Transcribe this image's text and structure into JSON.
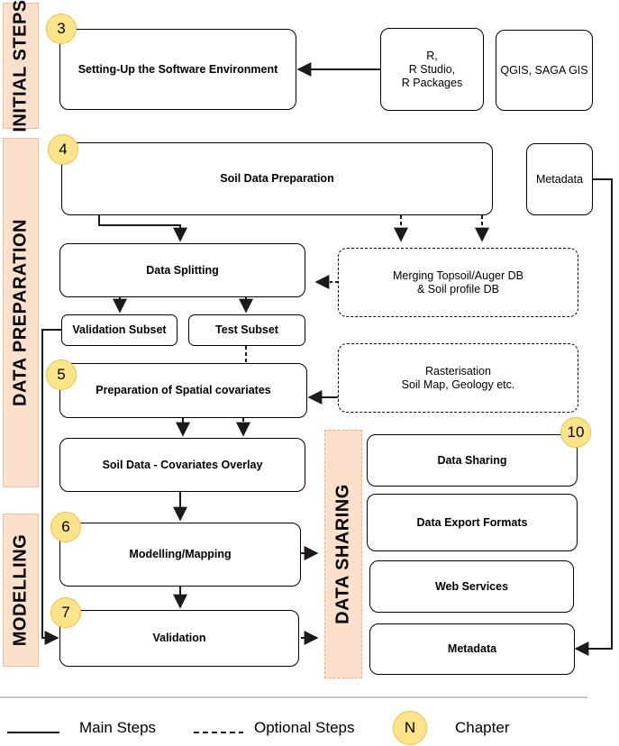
{
  "sections": {
    "initial_steps": "INITIAL STEPS",
    "data_preparation": "DATA PREPARATION",
    "modelling": "MODELLING",
    "data_sharing": "DATA SHARING"
  },
  "chapters": {
    "setup": "3",
    "soil_prep": "4",
    "covariates": "5",
    "modelling": "6",
    "validation": "7",
    "sharing": "10"
  },
  "boxes": {
    "setup": "Setting-Up the Software Environment",
    "r_tools": "R,\nR Studio,\nR Packages",
    "gis_tools": "QGIS, SAGA GIS",
    "soil_prep": "Soil Data Preparation",
    "metadata_input": "Metadata",
    "data_splitting": "Data Splitting",
    "merging_db": "Merging Topsoil/Auger DB\n& Soil profile DB",
    "validation_subset": "Validation Subset",
    "test_subset": "Test Subset",
    "rasterisation": "Rasterisation\nSoil Map, Geology etc.",
    "spatial_covariates": "Preparation of Spatial covariates",
    "overlay": "Soil Data - Covariates Overlay",
    "modelling": "Modelling/Mapping",
    "validation": "Validation",
    "data_sharing": "Data Sharing",
    "export_formats": "Data Export Formats",
    "web_services": "Web Services",
    "metadata_output": "Metadata"
  },
  "legend": {
    "main_steps": "Main Steps",
    "optional_steps": "Optional Steps",
    "badge": "N",
    "chapter": "Chapter"
  },
  "colors": {
    "section_fill": "#fde0cc",
    "badge_fill": "#fde38a",
    "line": "#1a1a1a"
  }
}
